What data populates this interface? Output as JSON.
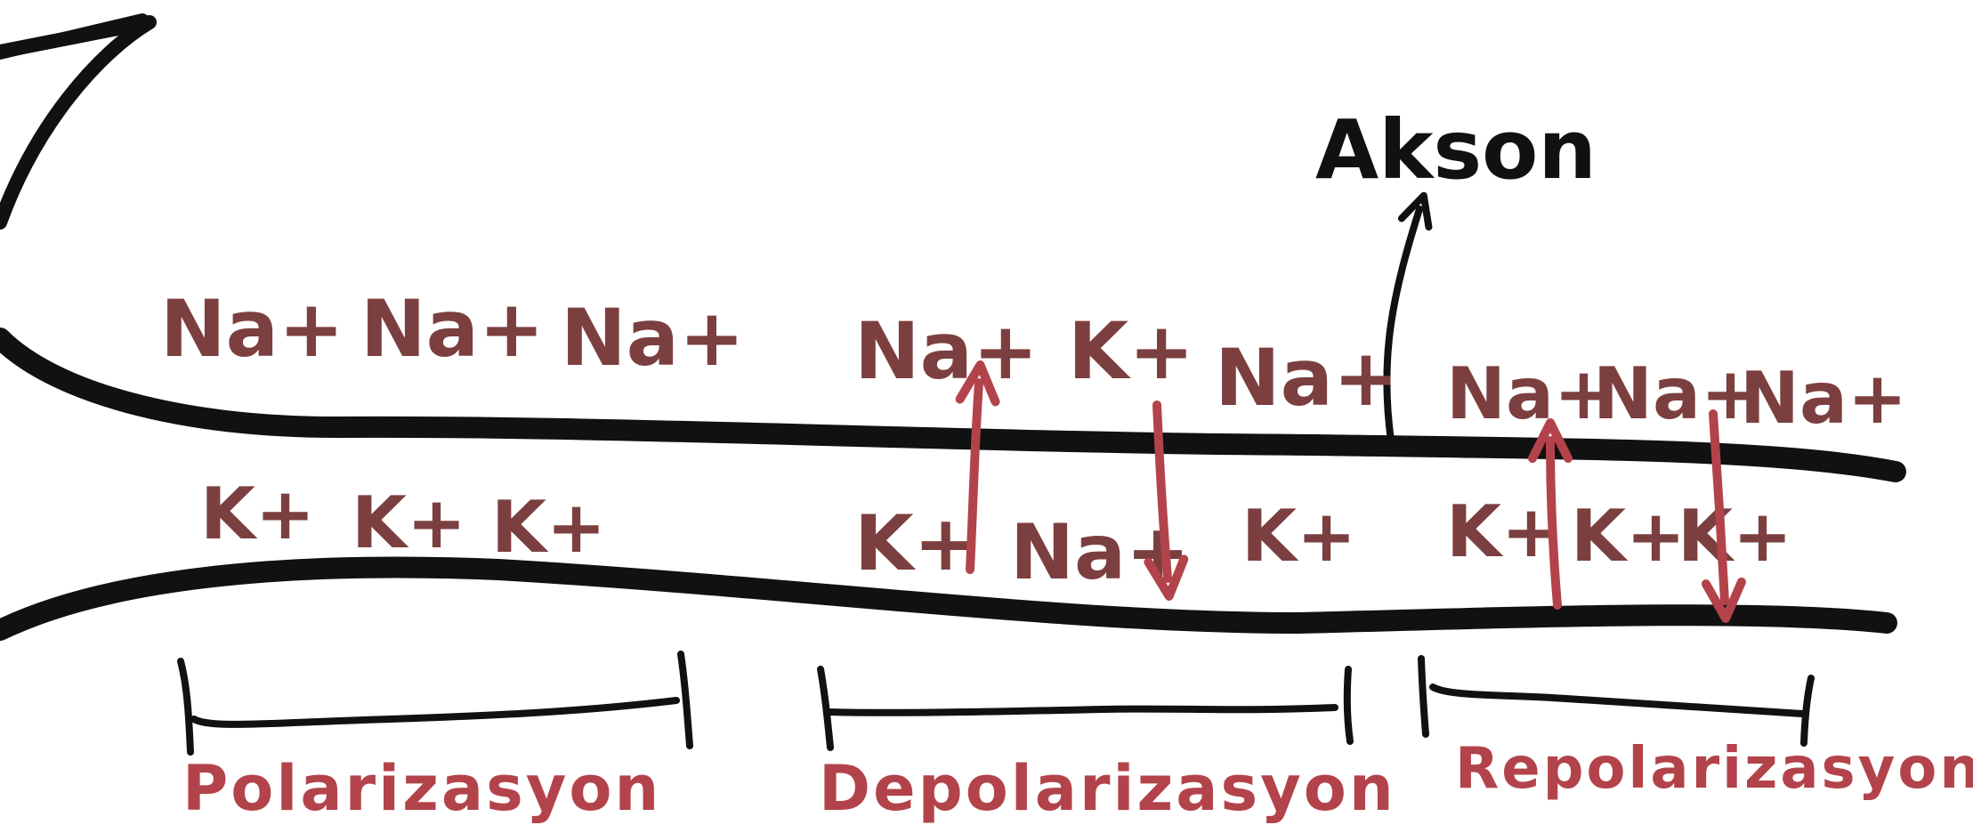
{
  "colors": {
    "ink": "#111111",
    "ion": "#7c3f3f",
    "phase": "#b3434a",
    "background": "#ffffff"
  },
  "title": "Akson",
  "outer_ions": {
    "polarization": [
      "Na+",
      "Na+",
      "Na+"
    ],
    "depolarization": [
      "Na+",
      "K+",
      "Na+"
    ],
    "repolarization": [
      "Na+",
      "Na+",
      "Na+"
    ]
  },
  "inner_ions": {
    "polarization": [
      "K+",
      "K+",
      "K+"
    ],
    "depolarization": [
      "K+",
      "Na+",
      "K+"
    ],
    "repolarization": [
      "K+",
      "K+",
      "K+"
    ]
  },
  "phases": [
    "Polarizasyon",
    "Depolarizasyon",
    "Repolarizasyon"
  ]
}
